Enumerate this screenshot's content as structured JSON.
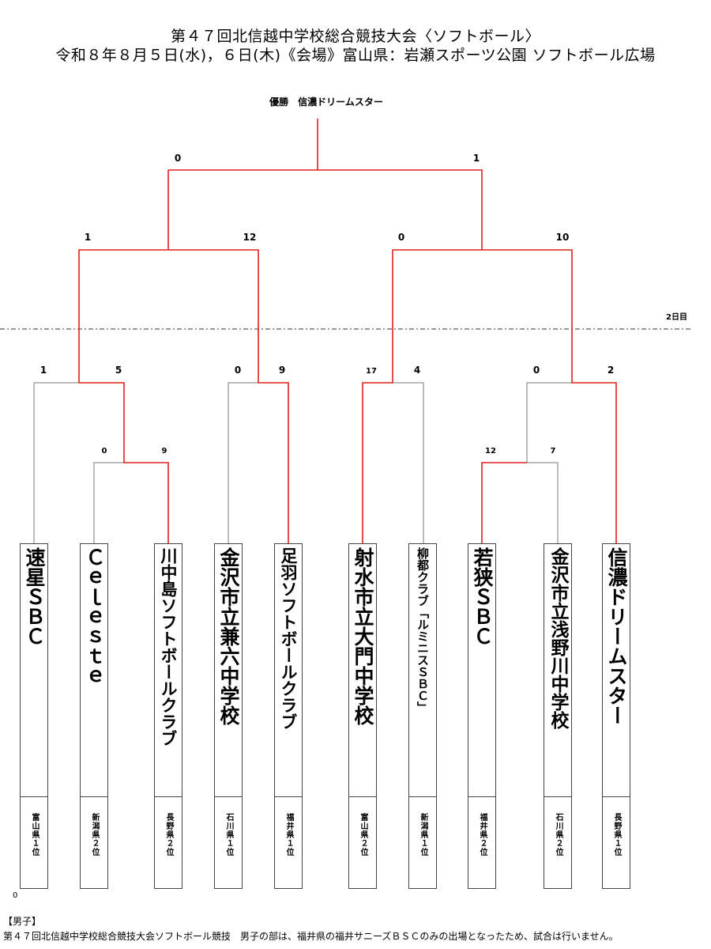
{
  "header": {
    "title": "第４７回北信越中学校総合競技大会〈ソフトボール〉",
    "subtitle": "令和８年８月５日(水)，６日(木)《会場》富山県：岩瀬スポーツ公園 ソフトボール広場"
  },
  "champion": "優勝　信濃ドリームスター",
  "day2_label": "2日目",
  "scores": {
    "final_left": "0",
    "final_right": "1",
    "semi_left_a": "1",
    "semi_left_b": "12",
    "semi_right_a": "0",
    "semi_right_b": "10",
    "r1_m1_a": "1",
    "r1_m1_b": "5",
    "r1_m2_a": "0",
    "r1_m2_b": "9",
    "r1_m3_a": "17",
    "r1_m3_b": "4",
    "r1_m4_a": "0",
    "r1_m4_b": "2",
    "pre_m1_a": "0",
    "pre_m1_b": "9",
    "pre_m2_a": "12",
    "pre_m2_b": "7"
  },
  "teams": [
    {
      "name": "速星ＳＢＣ",
      "pref": "富山県１位"
    },
    {
      "name": "Ｃｅｌｅｓｔｅ",
      "pref": "新潟県２位"
    },
    {
      "name": "川中島ソフトボールクラブ",
      "pref": "長野県２位"
    },
    {
      "name": "金沢市立兼六中学校",
      "pref": "石川県１位"
    },
    {
      "name": "足羽ソフトボールクラブ",
      "pref": "福井県１位"
    },
    {
      "name": "射水市立大門中学校",
      "pref": "富山県２位"
    },
    {
      "name": "柳都クラブ「ルミニスＳＢＣ」",
      "pref": "新潟県１位"
    },
    {
      "name": "若狭ＳＢＣ",
      "pref": "福井県２位"
    },
    {
      "name": "金沢市立浅野川中学校",
      "pref": "石川県２位"
    },
    {
      "name": "信濃ドリームスター",
      "pref": "長野県１位"
    }
  ],
  "footer": {
    "zero": "0",
    "section": "【男子】",
    "note": "第４７回北信越中学校総合競技大会ソフトボール競技　男子の部は、福井県の福井サニーズＢＳＣのみの出場となったため、試合は行いません。"
  },
  "colors": {
    "winner_line": "#e0201c",
    "loser_line": "#7a7a7a"
  }
}
